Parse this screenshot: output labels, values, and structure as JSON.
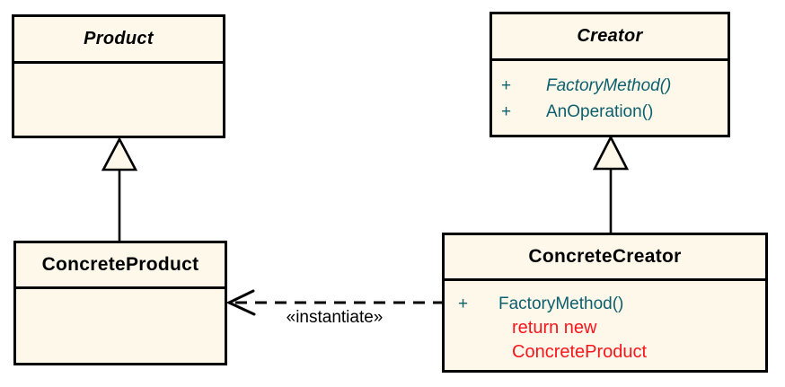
{
  "diagram": {
    "kind": "uml-class-diagram",
    "colors": {
      "background": "#ffffff",
      "box_fill": "#fdf8e9",
      "box_border": "#000000",
      "title_color": "#000000",
      "method_color": "#0d5f6e",
      "note_color": "#f9151c"
    },
    "classes": {
      "product": {
        "name": "Product",
        "abstract": true
      },
      "creator": {
        "name": "Creator",
        "abstract": true,
        "methods": [
          {
            "visibility": "+",
            "label": "FactoryMethod()",
            "abstract": true
          },
          {
            "visibility": "+",
            "label": "AnOperation()",
            "abstract": false
          }
        ]
      },
      "concrete_product": {
        "name": "ConcreteProduct",
        "abstract": false
      },
      "concrete_creator": {
        "name": "ConcreteCreator",
        "abstract": false,
        "methods": [
          {
            "visibility": "+",
            "label": "FactoryMethod()",
            "abstract": false
          }
        ],
        "note": {
          "line1": "return new",
          "line2": "ConcreteProduct"
        }
      }
    },
    "relations": {
      "product_generalization": "ConcreteProduct extends Product",
      "creator_generalization": "ConcreteCreator extends Creator",
      "instantiate_label": "«instantiate»"
    }
  }
}
